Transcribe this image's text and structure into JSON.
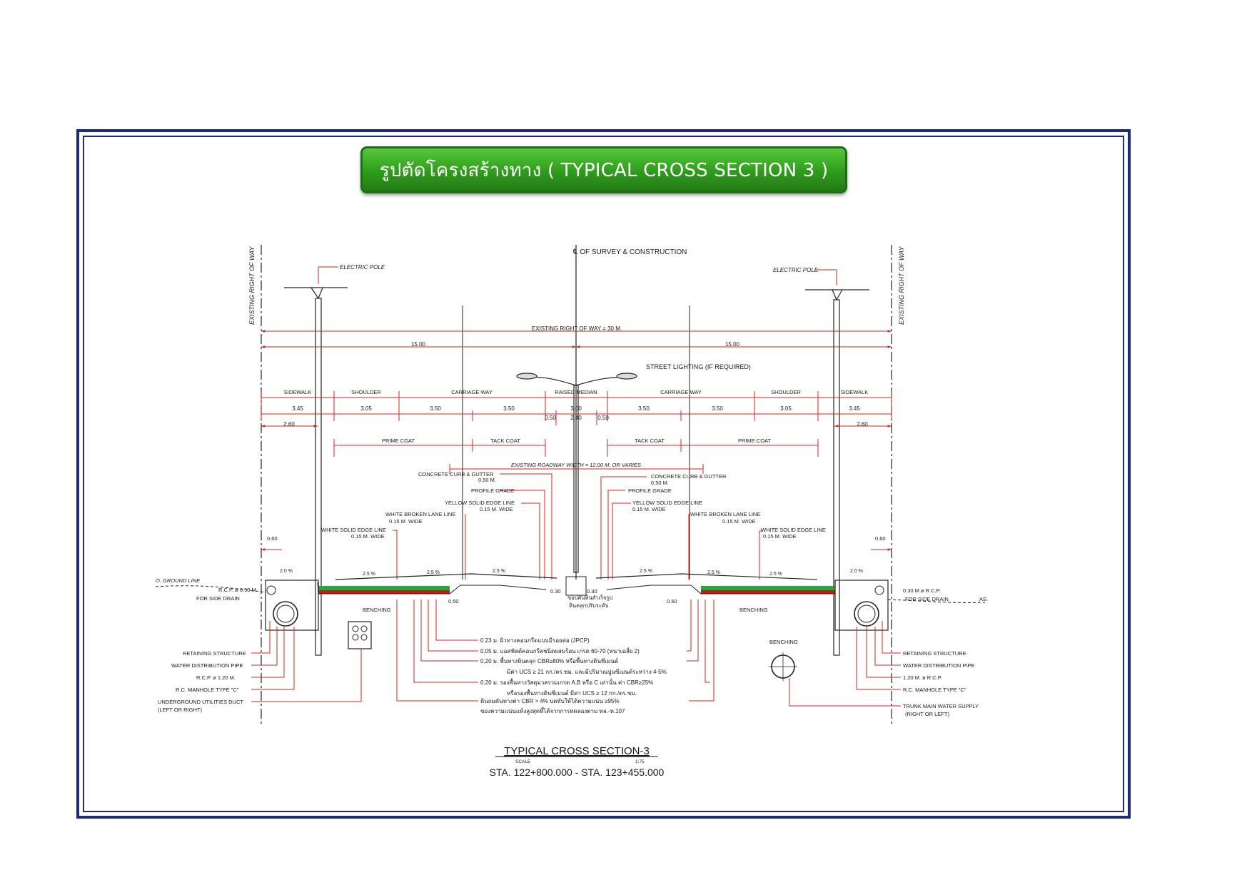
{
  "title": "รูปตัดโครงสร้างทาง ( TYPICAL CROSS SECTION 3 )",
  "labels": {
    "centerline": "℄ OF SURVEY & CONSTRUCTION",
    "row_left": "EXISTING RIGHT OF WAY",
    "row_right": "EXISTING RIGHT OF WAY",
    "pole_left": "ELECTRIC POLE",
    "pole_right": "ELECTRIC POLE",
    "row_total": "EXISTING RIGHT OF WAY = 30 M.",
    "half_left": "15.00",
    "half_right": "15.00",
    "street_lighting": "STREET LIGHTING (IF REQUIRED)",
    "seg_sidewalk_l": "SIDEWALK",
    "seg_shoulder_l": "SHOULDER",
    "seg_carriage_l": "CARRIAGE WAY",
    "seg_median": "RAISED MEDIAN",
    "seg_carriage_r": "CARRIAGE WAY",
    "seg_shoulder_r": "SHOULDER",
    "seg_sidewalk_r": "SIDEWALK",
    "d_345_l": "3.45",
    "d_305_l": "3.05",
    "d_350_a": "3.50",
    "d_350_b": "3.50",
    "d_300": "3.00",
    "d_350_c": "3.50",
    "d_350_d": "3.50",
    "d_305_r": "3.05",
    "d_345_r": "3.45",
    "d_260_l": "2.60",
    "d_260_r": "2.60",
    "d_050_a": "0.50",
    "d_240": "2.40",
    "d_050_b": "0.50",
    "prime_l": "PRIME COAT",
    "tack_l": "TACK COAT",
    "tack_r": "TACK COAT",
    "prime_r": "PRIME COAT",
    "roadway_width": "EXISTING ROADWAY WIDTH = 12.00 M. OR VARIES",
    "curb_l": "CONCRETE CURB & GUTTER",
    "curb_l2": "0.50 M.",
    "curb_r": "CONCRETE CURB & GUTTER",
    "curb_r2": "0.50 M.",
    "profile_l": "PROFILE GRADE",
    "profile_r": "PROFILE GRADE",
    "yellow_l": "YELLOW SOLID EDGE LINE",
    "yellow_l2": "0.15 M. WIDE",
    "yellow_r": "YELLOW SOLID EDGE LINE",
    "yellow_r2": "0.15 M. WIDE",
    "wbroken_l": "WHITE BROKEN LANE LINE",
    "wbroken_l2": "0.15 M. WIDE",
    "wbroken_r": "WHITE BROKEN LANE LINE",
    "wbroken_r2": "0.15 M. WIDE",
    "wsolid_l": "WHITE SOLID EDGE LINE",
    "wsolid_l2": "0.15 M. WIDE",
    "wsolid_r": "WHITE SOLID EDGE LINE",
    "wsolid_r2": "0.15 M. WIDE",
    "d_060_l": "0.60",
    "d_060_r": "0.60",
    "slope_20_l": "2.0 %",
    "slope_25_1": "2.5 %",
    "slope_25_2": "2.5 %",
    "slope_25_3": "2.5 %",
    "slope_25_4": "2.5 %",
    "slope_25_5": "2.5 %",
    "slope_25_6": "2.5 %",
    "slope_20_r": "2.0 %",
    "ground_line": "O. GROUND LINE",
    "rcp_l": "R.C.P. ø 0.50 M.",
    "rcp_l2": "FOR SIDE DRAIN",
    "rcp_r": "0.30 M.ø R.C.P.",
    "rcp_r2": "FOR SIDE DRAIN",
    "as_label": "AS.",
    "benching_l": "BENCHING",
    "benching_r": "BENCHING",
    "benching_c": "BENCHING",
    "d_050_c": "0.50",
    "d_050_d": "0.50",
    "d_030_a": "0.30",
    "d_030_b": "0.30",
    "median_note1": "ขอบคันหินสำเร็จรูป",
    "median_note2": "หินคลุกปรับระดับ",
    "retaining_l": "RETAINING STRUCTURE",
    "water_l": "WATER DISTRIBUTION PIPE",
    "rcp120_l": "R.C.P. ø 1.20 M.",
    "manhole_l": "R.C. MANHOLE TYPE \"C\"",
    "duct_l": "UNDERGROUND UTILITIES DUCT",
    "duct_l2": "(LEFT OR RIGHT)",
    "retaining_r": "RETAINING STRUCTURE",
    "water_r": "WATER DISTRIBUTION PIPE",
    "rcp120_r": "1.20 M. ø R.C.P.",
    "manhole_r": "R.C. MANHOLE TYPE \"C\"",
    "trunk_r": "TRUNK MAIN WATER SUPPLY",
    "trunk_r2": "(RIGHT OR LEFT)",
    "layer1": "0.23 ม. ผิวทางคอนกรีตแบบมีรอยต่อ (JPCP)",
    "layer2": "0.05 ม. แอสฟัลต์คอนกรีตชนิดผสมร้อน เกรด 60-70 (หนาเฉลี่ย 2)",
    "layer3": "0.20 ม. พื้นทางหินคลุก CBR≥80% หรือพื้นทางดินซีเมนต์",
    "layer3b": "มีค่า UCS ≥ 21 กก./ตร.ซม. และมีปริมาณปูนซีเมนต์ระหว่าง 4-5%",
    "layer4": "0.20 ม. รองพื้นทางวัสดุมวลรวมเกรด A,B หรือ C เท่านั้น ค่า CBR≥25%",
    "layer4b": "หรือรองพื้นทางดินซีเมนต์ มีค่า UCS ≥ 12 กก./ตร.ซม.",
    "layer5": "ดินถมคันทางค่า CBR > 4% บดทับให้ได้ความแน่น ≥95%",
    "layer5b": "ของความแน่นแห้งสูงสุดที้ได้จากการทดลองตาม ทล.-ท.107",
    "caption": "TYPICAL CROSS SECTION-3",
    "scale_label": "SCALE",
    "scale_value": "1:75",
    "station": "STA. 122+800.000 - STA. 123+455.000"
  },
  "colors": {
    "frame": "#1b2a7a",
    "banner_green": "#2f9b1d",
    "dim_red": "#d92020",
    "pavement_green": "#1faa3c",
    "pavement_red": "#c81818"
  }
}
